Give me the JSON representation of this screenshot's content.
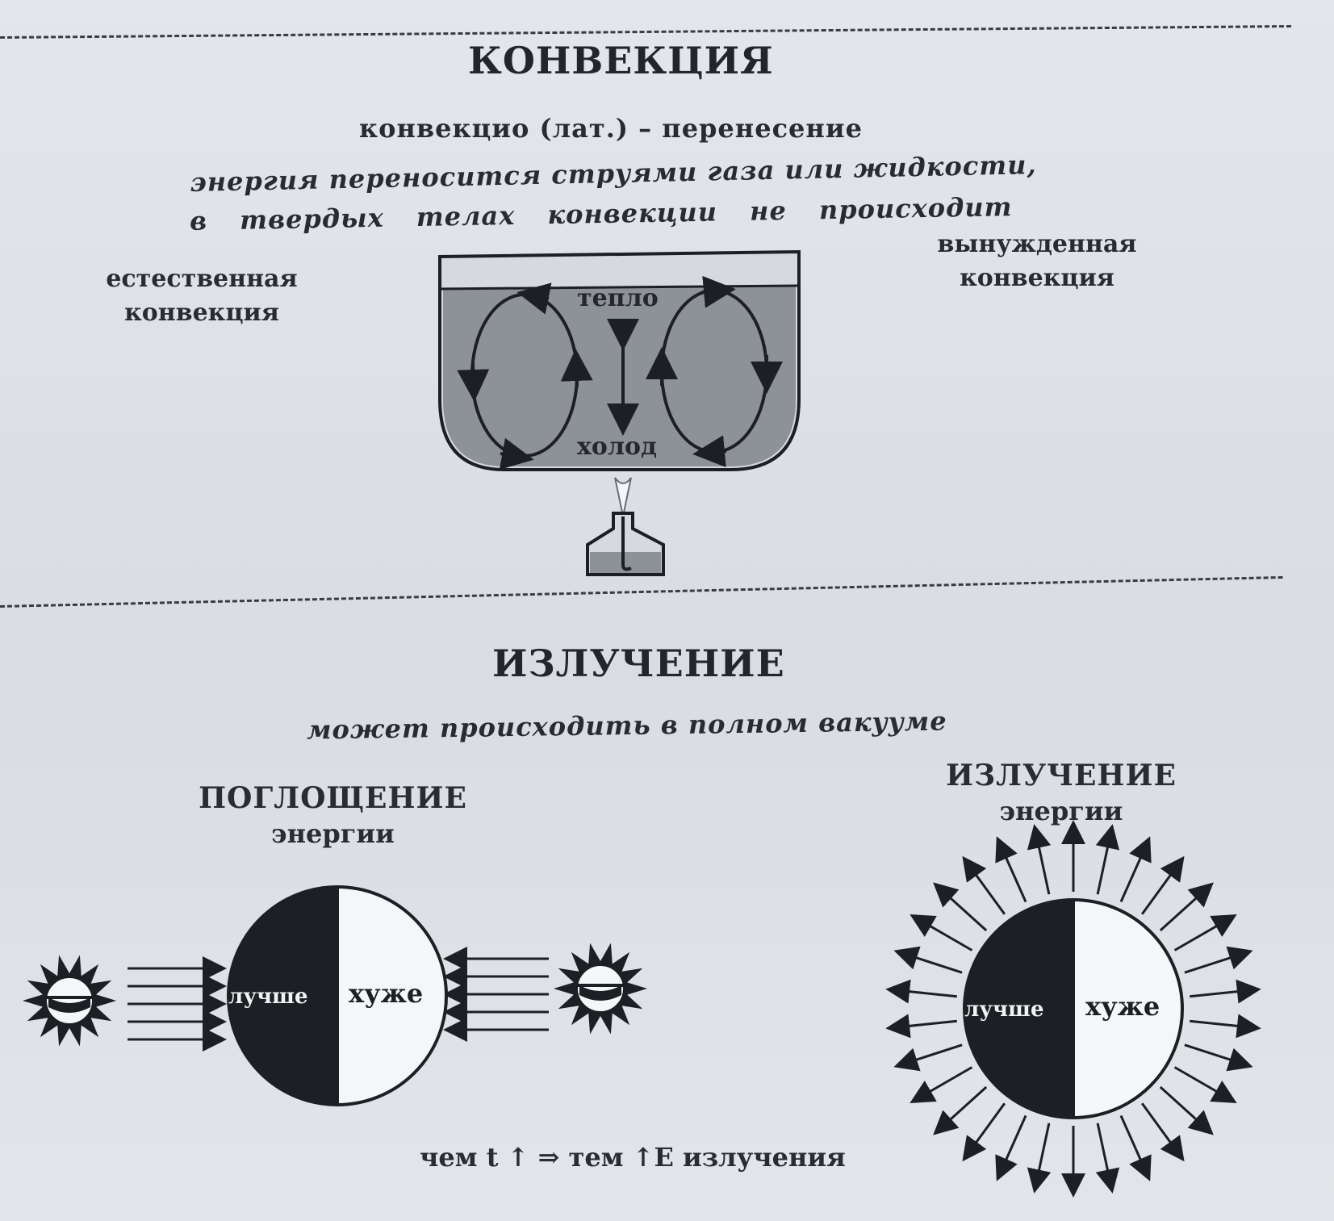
{
  "convection": {
    "title": "КОНВЕКЦИЯ",
    "etymology": "конвекцио (лат.) – перенесение",
    "description_line1": "энергия переносится струями газа или жидкости,",
    "description_line2": "в твердых телах конвекции не происходит",
    "natural_line1": "естественная",
    "natural_line2": "конвекция",
    "forced_line1": "вынужденная",
    "forced_line2": "конвекция",
    "warm_label": "тепло",
    "cold_label": "холод"
  },
  "radiation": {
    "title": "ИЗЛУЧЕНИЕ",
    "subtitle": "может происходить в полном вакууме",
    "absorption_line1": "ПОГЛОЩЕНИЕ",
    "absorption_line2": "энергии",
    "emission_line1": "ИЗЛУЧЕНИЕ",
    "emission_line2": "энергии",
    "better_label": "лучше",
    "worse_label": "хуже",
    "formula": "чем t ↑ ⇒ тем ↑E излучения"
  },
  "colors": {
    "ink": "#1e1f24",
    "liquid": "#8d9198",
    "paper": "#dfe3e8"
  }
}
